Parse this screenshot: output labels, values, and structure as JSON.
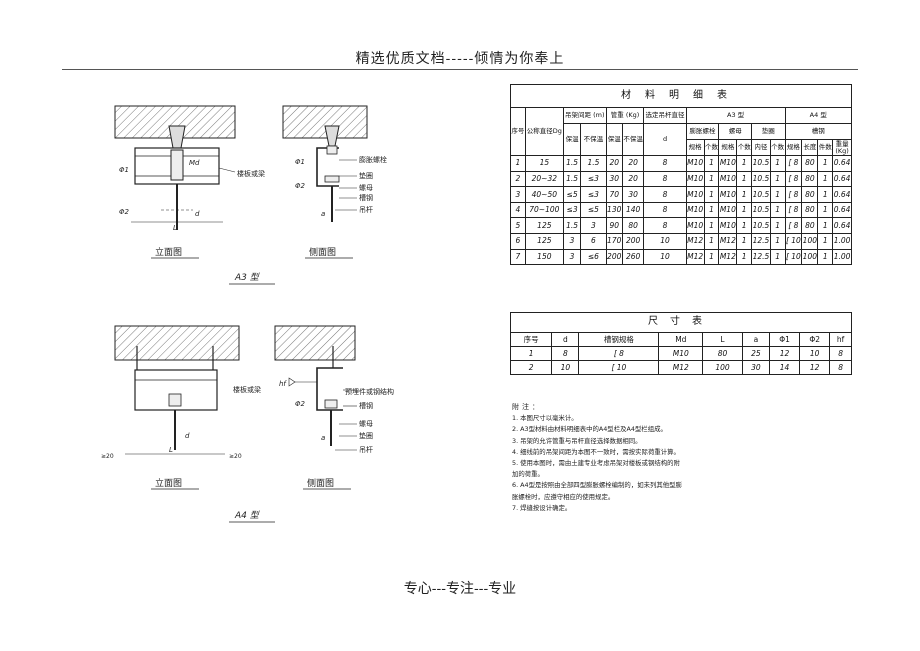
{
  "header": {
    "title": "精选优质文档-----倾情为你奉上"
  },
  "footer": {
    "text": "专心---专注---专业"
  },
  "drawing": {
    "a3": {
      "front_title": "立面图",
      "side_title": "侧面图",
      "type_label": "A3 型",
      "labels": [
        "Φ1",
        "Φ2",
        "Md",
        "d",
        "L",
        "Φ1",
        "Φ2",
        "a"
      ],
      "callouts": [
        "楼板或梁",
        "膨胀螺栓",
        "垫圈",
        "螺母",
        "槽钢",
        "吊杆"
      ]
    },
    "a4": {
      "front_title": "立面图",
      "side_title": "侧面图",
      "type_label": "A4 型",
      "labels": [
        "≥20",
        "L",
        "d",
        "≥20",
        "Φ2",
        "hf",
        "a"
      ],
      "callouts": [
        "楼板或梁",
        "预埋件或钢结构",
        "槽钢",
        "螺母",
        "垫圈",
        "吊杆"
      ]
    }
  },
  "materials_table": {
    "title": "材料明细表",
    "head": {
      "seq": "序号",
      "nominal": "公称直径Dg",
      "spacing": "吊架间距",
      "spacing_unit": "(m)",
      "weight": "管重",
      "weight_unit": "(Kg)",
      "rod": "选定吊杆直径",
      "a3": "A3 型",
      "a4": "A4 型",
      "bolt": "膨胀螺栓",
      "nut": "螺母",
      "washer": "垫圈",
      "channel": "槽钢",
      "insul": "保温",
      "noinsul": "不保温",
      "spec": "规格",
      "count": "个数",
      "inner": "内径",
      "length": "长度",
      "pieces": "件数",
      "wt": "重量",
      "wt_unit": "(Kg)",
      "d": "d"
    },
    "rows": [
      [
        "1",
        "15",
        "1.5",
        "1.5",
        "20",
        "20",
        "8",
        "M10",
        "1",
        "M10",
        "1",
        "10.5",
        "1",
        "[ 8",
        "80",
        "1",
        "0.64"
      ],
      [
        "2",
        "20~32",
        "1.5",
        "≤3",
        "30",
        "20",
        "8",
        "M10",
        "1",
        "M10",
        "1",
        "10.5",
        "1",
        "[ 8",
        "80",
        "1",
        "0.64"
      ],
      [
        "3",
        "40~50",
        "≤5",
        "≤3",
        "70",
        "30",
        "8",
        "M10",
        "1",
        "M10",
        "1",
        "10.5",
        "1",
        "[ 8",
        "80",
        "1",
        "0.64"
      ],
      [
        "4",
        "70~100",
        "≤3",
        "≤5",
        "130",
        "140",
        "8",
        "M10",
        "1",
        "M10",
        "1",
        "10.5",
        "1",
        "[ 8",
        "80",
        "1",
        "0.64"
      ],
      [
        "5",
        "125",
        "1.5",
        "3",
        "90",
        "80",
        "8",
        "M10",
        "1",
        "M10",
        "1",
        "10.5",
        "1",
        "[ 8",
        "80",
        "1",
        "0.64"
      ],
      [
        "6",
        "125",
        "3",
        "6",
        "170",
        "200",
        "10",
        "M12",
        "1",
        "M12",
        "1",
        "12.5",
        "1",
        "[ 10",
        "100",
        "1",
        "1.00"
      ],
      [
        "7",
        "150",
        "3",
        "≤6",
        "200",
        "260",
        "10",
        "M12",
        "1",
        "M12",
        "1",
        "12.5",
        "1",
        "[ 10",
        "100",
        "1",
        "1.00"
      ]
    ]
  },
  "dims_table": {
    "title": "尺寸表",
    "headers": [
      "序号",
      "d",
      "槽钢规格",
      "Md",
      "L",
      "a",
      "Φ1",
      "Φ2",
      "hf"
    ],
    "rows": [
      [
        "1",
        "8",
        "[ 8",
        "M10",
        "80",
        "25",
        "12",
        "10",
        "8"
      ],
      [
        "2",
        "10",
        "[ 10",
        "M12",
        "100",
        "30",
        "14",
        "12",
        "8"
      ]
    ]
  },
  "notes": {
    "title": "附注：",
    "items": [
      "1. 本图尺寸以毫米计。",
      "2. A3型材料由材料明细表中的A4型栏及A4型栏组成。",
      "3. 吊架的允许管重与吊杆直径选择数据相同。",
      "4. 细线前的吊架间距为本图不一致时，需按实际荷重计算。",
      "5. 使用本图时，需由土建专业考虑吊架对楼板或钢结构的附",
      "   加的荷重。",
      "6. A4型是按照由全部四型膨胀螺栓编制的，如未列其他型膨",
      "   胀螺栓时，应遵守相应的使用规定。",
      "7. 焊缝按设计确定。"
    ]
  }
}
